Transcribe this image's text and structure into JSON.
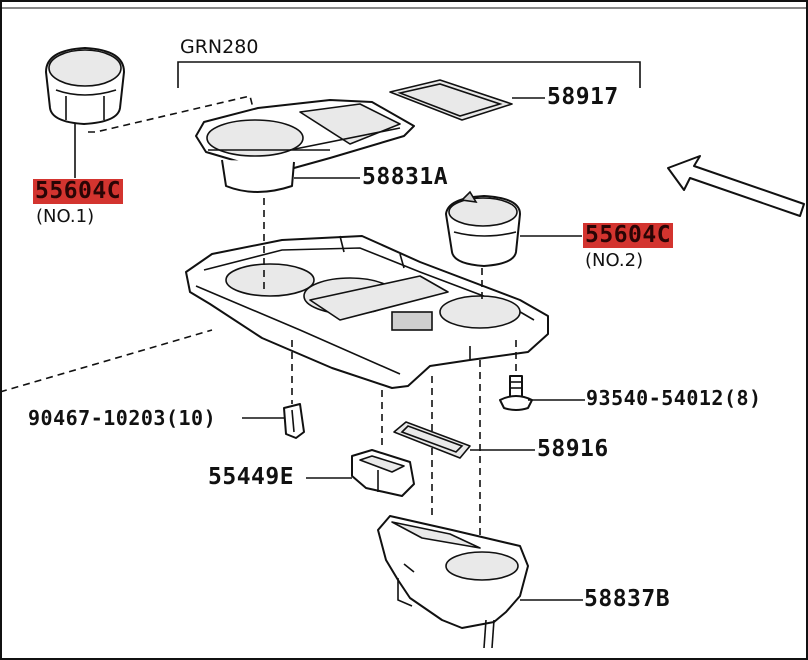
{
  "diagram": {
    "group_label": "GRN280",
    "highlight_color": "#e53935",
    "callouts": {
      "cup_holder_no1": {
        "part": "55604C",
        "sub": "(NO.1)",
        "highlighted": true
      },
      "cup_holder_no2": {
        "part": "55604C",
        "sub": "(NO.2)",
        "highlighted": true
      },
      "mat": {
        "part": "58917"
      },
      "cup_holder_upper": {
        "part": "58831A"
      },
      "clip": {
        "part": "90467-10203(10)"
      },
      "screw": {
        "part": "93540-54012(8)"
      },
      "tray_mat": {
        "part": "58916"
      },
      "bracket": {
        "part": "55449E"
      },
      "lower_box": {
        "part": "58837B"
      }
    },
    "direction_arrow_icon": "arrow-left-icon"
  }
}
